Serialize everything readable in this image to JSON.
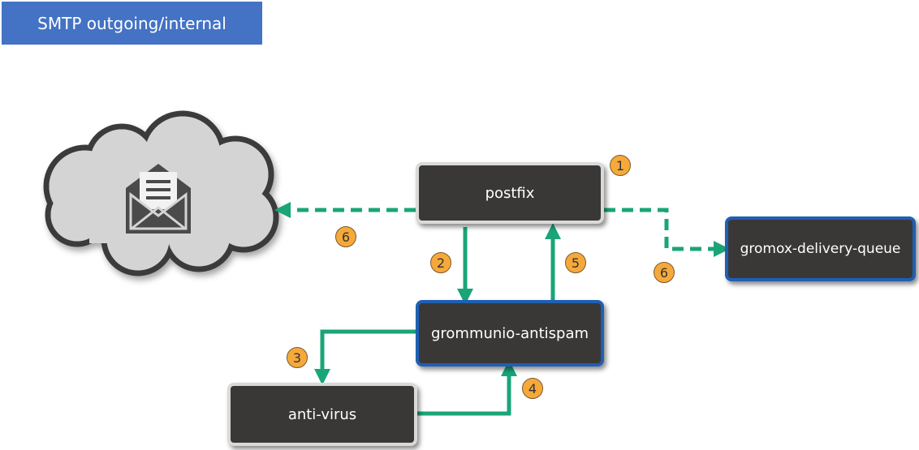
{
  "title": "SMTP outgoing/internal",
  "nodes": {
    "postfix": "postfix",
    "gromox_delivery_queue": "gromox-delivery-queue",
    "grommunio_antispam": "grommunio-antispam",
    "anti_virus": "anti-virus"
  },
  "cloud": {
    "icon": "email-envelope-icon"
  },
  "steps": {
    "s1": "1",
    "s2": "2",
    "s3": "3",
    "s4": "4",
    "s5": "5",
    "s6_cloud": "6",
    "s6_queue": "6"
  },
  "colors": {
    "arrow": "#1aa579",
    "title_bg": "#4472c4",
    "box_fill": "#3a3836",
    "box_border_gray": "#d9d9d9",
    "box_border_blue": "#1f5fb4",
    "badge": "#f6a93b"
  }
}
